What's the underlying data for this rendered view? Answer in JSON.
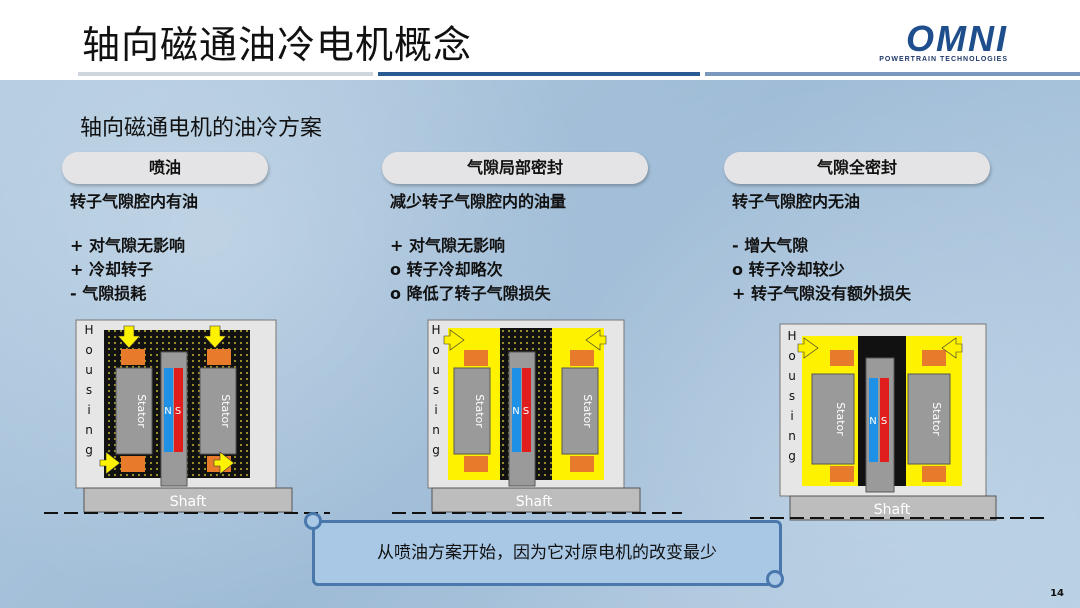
{
  "header": {
    "title": "轴向磁通油冷电机概念",
    "logo_word": "OMNI",
    "logo_sub": "POWERTRAIN TECHNOLOGIES"
  },
  "slide": {
    "subtitle": "轴向磁通电机的油冷方案",
    "page_number": "14",
    "callout": "从喷油方案开始，因为它对原电机的改变最少"
  },
  "columns": [
    {
      "pill": "喷油",
      "desc": "转子气隙腔内有油",
      "points": [
        "+ 对气隙无影响",
        "+ 冷却转子",
        "- 气隙损耗"
      ]
    },
    {
      "pill": "气隙局部密封",
      "desc": "减少转子气隙腔内的油量",
      "points": [
        "+ 对气隙无影响",
        "o 转子冷却略次",
        "o 降低了转子气隙损失"
      ]
    },
    {
      "pill": "气隙全密封",
      "desc": "转子气隙腔内无油",
      "points": [
        "- 增大气隙",
        "o 转子冷却较少",
        "+ 转子气隙没有额外损失"
      ]
    }
  ],
  "diagram_labels": {
    "housing_letters": [
      "H",
      "o",
      "u",
      "s",
      "i",
      "n",
      "g"
    ],
    "stator": "Stator",
    "n": "N",
    "s": "S",
    "shaft": "Shaft"
  },
  "colors": {
    "accent_blue": "#1f4e8c",
    "stator_gray": "#9a9a9a",
    "oil_yellow": "#fff200",
    "magnet_copper": "#e87a2c",
    "magnet_n": "#1e90e6",
    "magnet_s": "#e01e1e"
  }
}
